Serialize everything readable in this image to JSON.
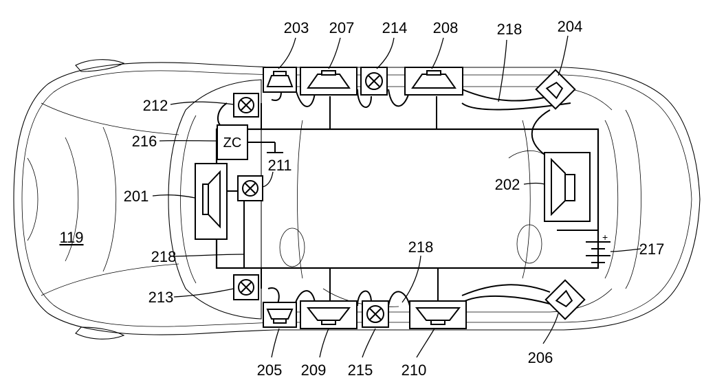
{
  "figure": {
    "vehicle_label": "119",
    "zone_controller_text": "ZC",
    "labels": {
      "l201": "201",
      "l202": "202",
      "l203": "203",
      "l204": "204",
      "l205": "205",
      "l206": "206",
      "l207": "207",
      "l208": "208",
      "l209": "209",
      "l210": "210",
      "l211": "211",
      "l212": "212",
      "l213": "213",
      "l214": "214",
      "l215": "215",
      "l216": "216",
      "l217": "217",
      "l218a": "218",
      "l218b": "218",
      "l218c": "218"
    },
    "battery_plus": "+"
  }
}
